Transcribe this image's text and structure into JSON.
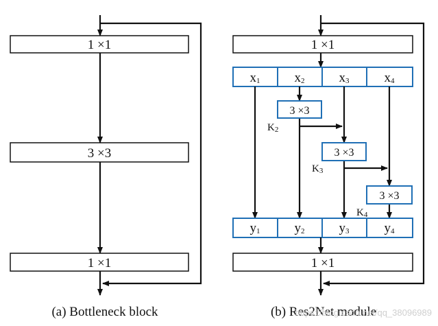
{
  "left": {
    "top_conv": "1 ×1",
    "mid_conv": "3 ×3",
    "bottom_conv": "1 ×1",
    "caption": "(a) Bottleneck block"
  },
  "right": {
    "top_conv": "1 ×1",
    "bottom_conv": "1 ×1",
    "splits": [
      {
        "base": "x",
        "sub": "1"
      },
      {
        "base": "x",
        "sub": "2"
      },
      {
        "base": "x",
        "sub": "3"
      },
      {
        "base": "x",
        "sub": "4"
      }
    ],
    "outputs": [
      {
        "base": "y",
        "sub": "1"
      },
      {
        "base": "y",
        "sub": "2"
      },
      {
        "base": "y",
        "sub": "3"
      },
      {
        "base": "y",
        "sub": "4"
      }
    ],
    "convs": [
      {
        "label": "3 ×3",
        "k_base": "K",
        "k_sub": "2"
      },
      {
        "label": "3 ×3",
        "k_base": "K",
        "k_sub": "3"
      },
      {
        "label": "3 ×3",
        "k_base": "K",
        "k_sub": "4"
      }
    ],
    "caption": "(b) Res2Net module"
  },
  "colors": {
    "blue_border": "#1f6fb5",
    "black": "#111111"
  },
  "watermark": "https://blog.csdn.net/qq_38096989"
}
